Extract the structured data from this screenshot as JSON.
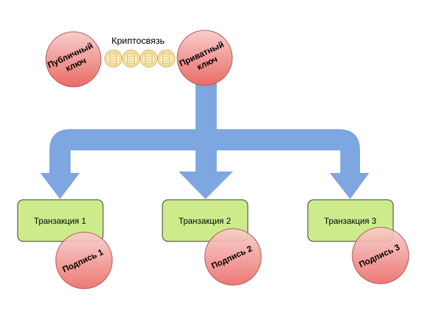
{
  "colors": {
    "arrow": "#7ea6e0",
    "box_fill": "#cdeb8b",
    "box_stroke": "#36393d",
    "circle_fill_light": "#f8cecc",
    "circle_fill_dark": "#ea6b66",
    "circle_stroke": "#b85450",
    "coin_fill": "#fff2cc",
    "coin_stroke": "#d6b656"
  },
  "keys": {
    "public": {
      "line1": "Публичный",
      "line2": "ключ"
    },
    "private": {
      "line1": "Приватный",
      "line2": "ключ"
    }
  },
  "link": {
    "label": "Криптосвязь",
    "coin_count": 4,
    "icon": "chain-coins-icon"
  },
  "transactions": [
    {
      "label": "Транзакция 1",
      "signature": "Подпись 1"
    },
    {
      "label": "Транзакция 2",
      "signature": "Подпись 2"
    },
    {
      "label": "Транзакция 3",
      "signature": "Подпись 3"
    }
  ]
}
